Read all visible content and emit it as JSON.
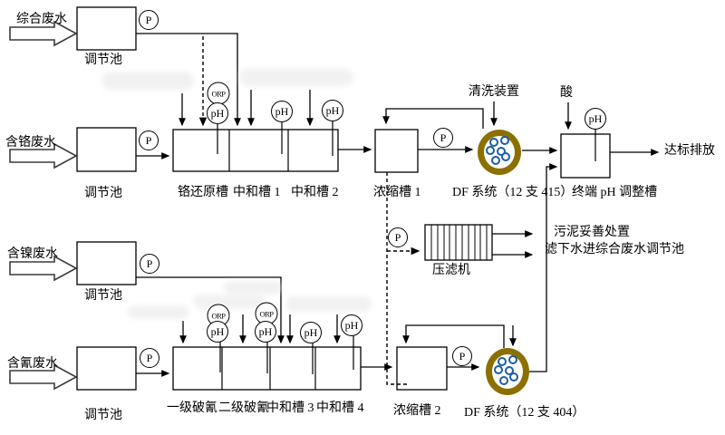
{
  "streams": {
    "comprehensive": "综合废水",
    "chromium": "含铬废水",
    "nickel": "含镍废水",
    "cyanide": "含氰废水"
  },
  "tanks": {
    "regulating": "调节池",
    "chromium_reduction": "铬还原槽",
    "neutralization_1": "中和槽 1",
    "neutralization_2": "中和槽 2",
    "concentration_1": "浓缩槽 1",
    "terminal_ph": "终端 pH 调整槽",
    "filter_press": "压滤机",
    "cyanide_break_1": "一级破氰",
    "cyanide_break_2": "二级破氰",
    "neutralization_3": "中和槽 3",
    "neutralization_4": "中和槽 4",
    "concentration_2": "浓缩槽 2"
  },
  "df": {
    "system_1": "DF 系统（12 支 415）",
    "system_2": "DF 系统（12 支 404）"
  },
  "annotations": {
    "cleaning_device": "清洗装置",
    "acid": "酸",
    "discharge": "达标排放",
    "sludge": "污泥妥善处置",
    "filtrate": "滤下水进综合废水调节池"
  },
  "instruments": {
    "pump": "P",
    "ph": "pH",
    "orp": "ORP"
  },
  "colors": {
    "df_ring": "#8B7000",
    "df_dot": "#1B5EA6",
    "line": "#000000"
  }
}
